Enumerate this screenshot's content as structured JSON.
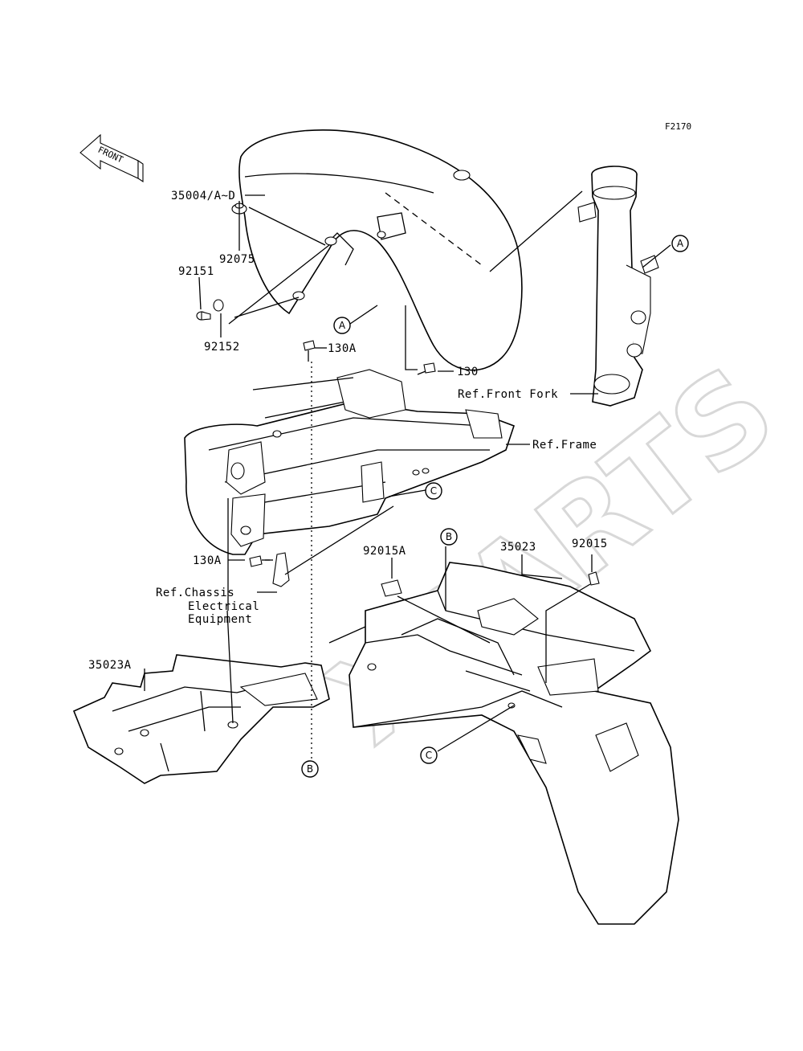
{
  "figure_code": "F2170",
  "watermark": "XPARTS",
  "front_arrow": {
    "label": "FRONT",
    "icon": "front-direction-arrow-icon"
  },
  "part_labels": [
    {
      "id": "35004",
      "text": "35004/A~D"
    },
    {
      "id": "92075",
      "text": "92075"
    },
    {
      "id": "92151",
      "text": "92151"
    },
    {
      "id": "92152",
      "text": "92152"
    },
    {
      "id": "130A_top",
      "text": "130A"
    },
    {
      "id": "130",
      "text": "130"
    },
    {
      "id": "ref_front_fork",
      "text": "Ref.Front Fork"
    },
    {
      "id": "ref_frame",
      "text": "Ref.Frame"
    },
    {
      "id": "92015A",
      "text": "92015A"
    },
    {
      "id": "35023",
      "text": "35023"
    },
    {
      "id": "92015",
      "text": "92015"
    },
    {
      "id": "130A_bottom",
      "text": "130A"
    },
    {
      "id": "ref_chassis_1",
      "text": "Ref.Chassis"
    },
    {
      "id": "ref_chassis_2",
      "text": "Electrical"
    },
    {
      "id": "ref_chassis_3",
      "text": "Equipment"
    },
    {
      "id": "35023A",
      "text": "35023A"
    }
  ],
  "reference_markers": [
    {
      "id": "A_fork",
      "letter": "A"
    },
    {
      "id": "A_fender",
      "letter": "A"
    },
    {
      "id": "C_frame",
      "letter": "C"
    },
    {
      "id": "B_top",
      "letter": "B"
    },
    {
      "id": "B_bottom",
      "letter": "B"
    },
    {
      "id": "C_rear",
      "letter": "C"
    }
  ]
}
